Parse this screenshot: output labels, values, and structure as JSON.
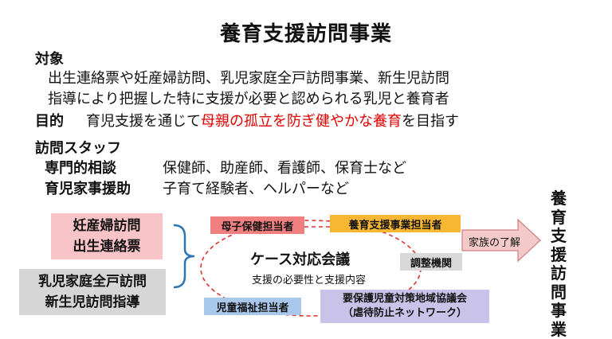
{
  "title": "養育支援訪問事業",
  "target": {
    "heading": "対象",
    "line1": "出生連絡票や妊産婦訪問、乳児家庭全戸訪問事業、新生児訪問",
    "line2": "指導により把握した特に支援が必要と認められる乳児と養育者"
  },
  "purpose": {
    "heading": "目的",
    "text_before": "育児支援を通じて",
    "text_highlight": "母親の孤立を防ぎ健やかな養育",
    "text_after": "を目指す"
  },
  "staff": {
    "heading": "訪問スタッフ",
    "rows": [
      {
        "role": "専門的相談",
        "members": "保健師、助産師、看護師、保育士など"
      },
      {
        "role": "育児家事援助",
        "members": "子育て経験者、ヘルパーなど"
      }
    ]
  },
  "diagram": {
    "source_box_1": {
      "line1": "妊産婦訪問",
      "line2": "出生連絡票"
    },
    "source_box_2": {
      "line1": "乳児家庭全戸訪問",
      "line2": "新生児訪問指導"
    },
    "meeting_title": "ケース対応会議",
    "meeting_subtitle": "支援の必要性と支援内容",
    "tags": {
      "maternal": "母子保健担当者",
      "support": "養育支援事業担当者",
      "coordinator": "調整機関",
      "welfare": "児童福祉担当者",
      "council_line1": "要保護児童対策地域協議会",
      "council_line2": "（虐待防止ネットワーク）"
    },
    "arrow_label": "家族の了解",
    "result": "養育支援訪問事業"
  },
  "colors": {
    "pink": "#f9c4c8",
    "gray": "#d6d6d6",
    "tag_red": "#f08080",
    "tag_orange": "#f7b733",
    "tag_gray": "#d9d9d9",
    "tag_blue": "#a9c7ea",
    "tag_purple": "#c9c3ea",
    "arrow_fill": "#f4c9c9",
    "arrow_stroke": "#d08080",
    "dash_red": "#e03030",
    "bracket_blue": "#2e75b6"
  }
}
